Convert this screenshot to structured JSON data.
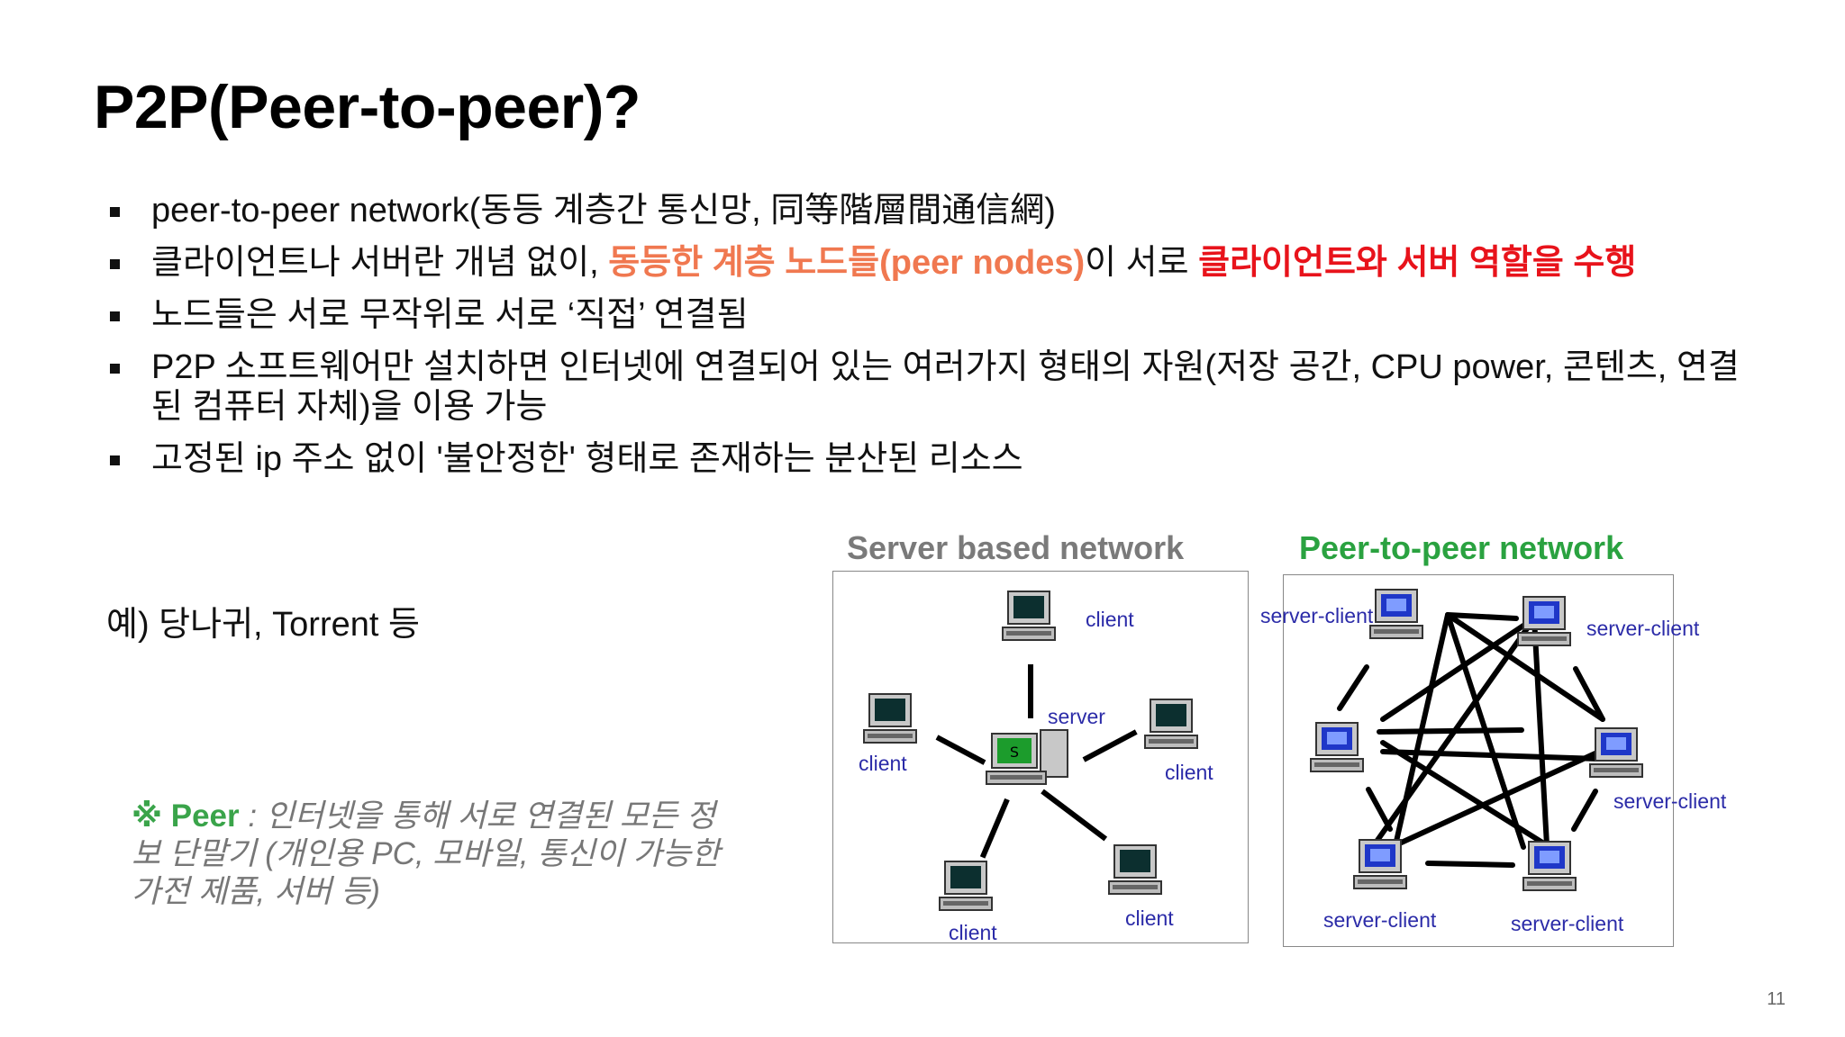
{
  "slide": {
    "title": "P2P(Peer-to-peer)?",
    "bullets": {
      "b1": "peer-to-peer network(동등 계층간 통신망, 同等階層間通信網)",
      "b2_pre": "클라이언트나 서버란 개념 없이, ",
      "b2_orange": "동등한 계층 노드들(peer nodes)",
      "b2_mid": "이 서로 ",
      "b2_red": "클라이언트와 서버 역할을 수행",
      "b3": "노드들은 서로 무작위로 서로 ‘직접’ 연결됨",
      "b4": "P2P 소프트웨어만 설치하면 인터넷에 연결되어 있는 여러가지 형태의 자원(저장 공간, CPU power, 콘텐츠, 연결된 컴퓨터 자체)을 이용 가능",
      "b5": "고정된 ip 주소 없이 '불안정한' 형태로 존재하는 분산된 리소스"
    },
    "example": "예) 당나귀, Torrent 등",
    "note": {
      "mark": "※ Peer",
      "text": " : 인터넷을 통해 서로 연결된 모든 정보 단말기 (개인용 PC, 모바일, 통신이 가능한 가전 제품, 서버 등)"
    },
    "page_number": "11"
  },
  "diagram": {
    "server_title": "Server based network",
    "p2p_title": "Peer-to-peer network",
    "server_labels": {
      "server": "server",
      "client_top": "client",
      "client_left": "client",
      "client_right": "client",
      "client_bottom_left": "client",
      "client_bottom_right": "client"
    },
    "p2p_labels": {
      "top_left": "server-client",
      "top_right": "server-client",
      "right": "server-client",
      "bottom_left": "server-client",
      "bottom_right": "server-client"
    },
    "colors": {
      "label": "#2b2ba8",
      "server_title": "#7a7a7a",
      "p2p_title": "#2aa240",
      "orange": "#f07850",
      "red": "#e8131b"
    }
  }
}
